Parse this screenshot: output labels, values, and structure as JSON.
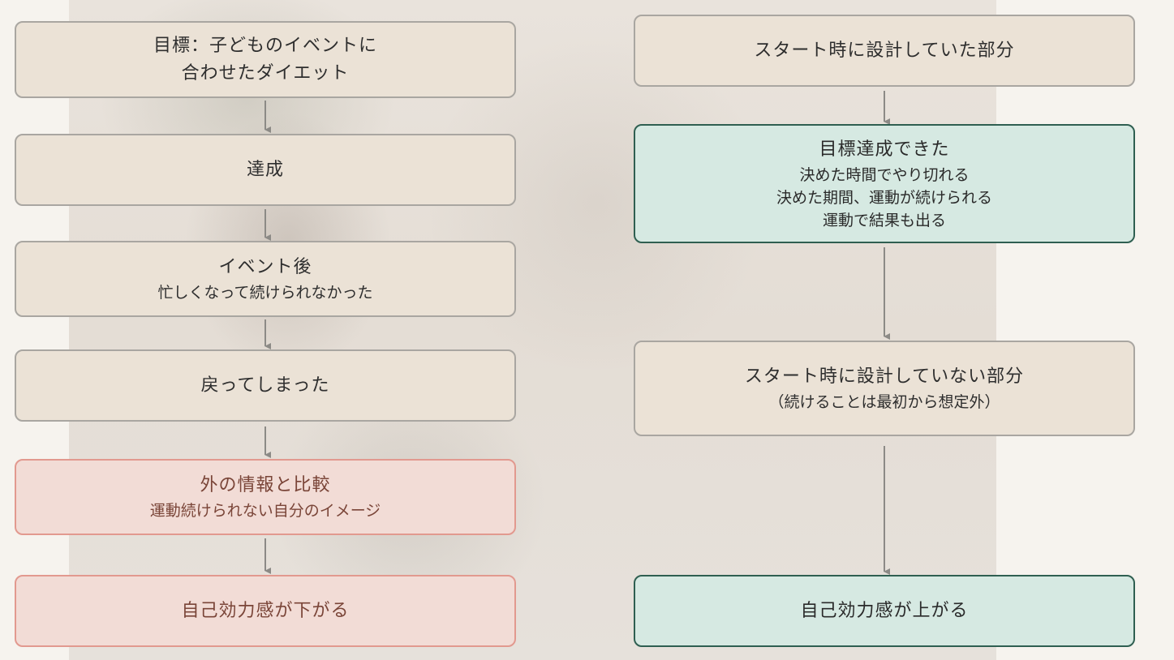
{
  "left": {
    "goal": {
      "line1": "目標：子どものイベントに",
      "line2": "合わせたダイエット"
    },
    "achieved": {
      "title": "達成"
    },
    "after_event": {
      "title": "イベント後",
      "sub": "忙しくなって続けられなかった"
    },
    "relapse": {
      "title": "戻ってしまった"
    },
    "compare": {
      "title": "外の情報と比較",
      "sub": "運動続けられない自分のイメージ"
    },
    "efficacy_down": {
      "title": "自己効力感が下がる"
    }
  },
  "right": {
    "designed": {
      "title": "スタート時に設計していた部分"
    },
    "goal_achieved": {
      "title": "目標達成できた",
      "line1": "決めた時間でやり切れる",
      "line2": "決めた期間、運動が続けられる",
      "line3": "運動で結果も出る"
    },
    "undesigned": {
      "title": "スタート時に設計していない部分",
      "sub": "（続けることは最初から想定外）"
    },
    "efficacy_up": {
      "title": "自己効力感が上がる"
    }
  },
  "colors": {
    "neutral_fill": "#ebe2d6",
    "neutral_border": "#a9a6a1",
    "red_fill": "#f2dcd6",
    "red_border": "#e2998f",
    "red_text": "#7a4538",
    "green_fill": "#d6e9e2",
    "green_border": "#2f5f51"
  }
}
